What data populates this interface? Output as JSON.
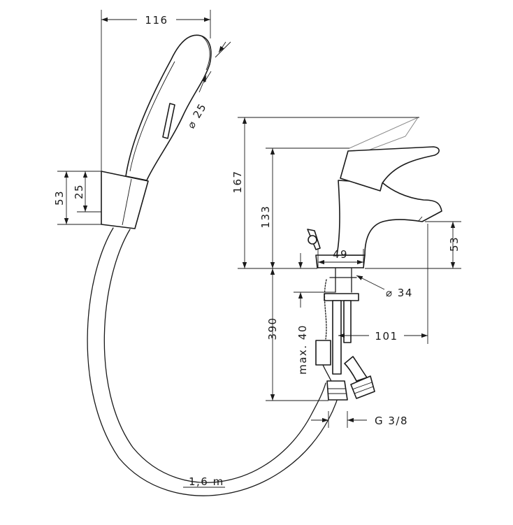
{
  "dimensions": {
    "width_116": "116",
    "diameter_25": "⌀ 25",
    "height_53_holder": "53",
    "height_25_holder": "25",
    "height_167": "167",
    "height_133": "133",
    "spout_53": "53",
    "base_49": "49",
    "diameter_34": "⌀ 34",
    "length_390": "390",
    "max_40": "max. 40",
    "reach_101": "101",
    "thread_g38": "G 3/8",
    "hose_length": "1,6 m"
  },
  "colors": {
    "line": "#1a1a1a",
    "ghost": "#888888",
    "background": "#ffffff"
  }
}
